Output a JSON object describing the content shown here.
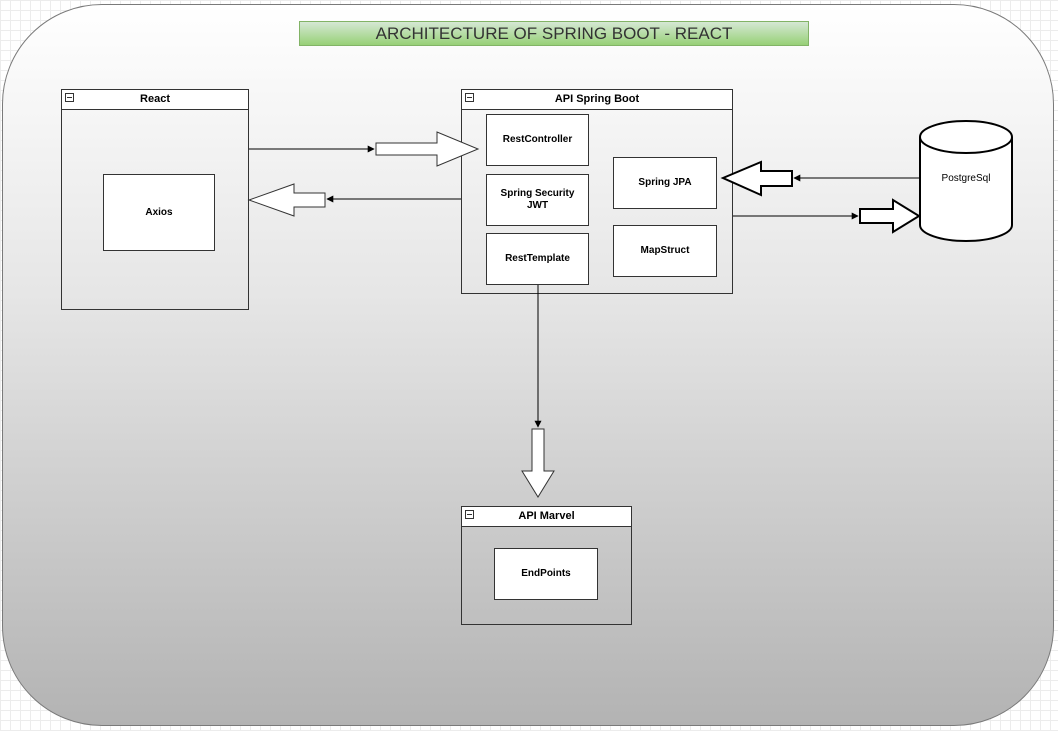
{
  "title": "ARCHITECTURE OF SPRING BOOT - REACT",
  "colors": {
    "title_fill_top": "#d5e8d4",
    "title_fill_bottom": "#97d077",
    "title_border": "#82b366",
    "stroke": "#333333",
    "panel_gradient_top": "#ffffff",
    "panel_gradient_bottom": "#b3b3b3"
  },
  "containers": {
    "react": {
      "label": "React",
      "nodes": {
        "axios": "Axios"
      }
    },
    "spring": {
      "label": "API Spring Boot",
      "nodes": {
        "rest_controller": "RestController",
        "spring_security_line1": "Spring Security",
        "spring_security_line2": "JWT",
        "rest_template": "RestTemplate",
        "spring_jpa": "Spring JPA",
        "mapstruct": "MapStruct"
      }
    },
    "marvel": {
      "label": "API Marvel",
      "nodes": {
        "endpoints": "EndPoints"
      }
    }
  },
  "database": {
    "label": "PostgreSql",
    "shape": "cylinder"
  },
  "connectors": {
    "react_to_spring": "arrow",
    "spring_to_react": "arrow",
    "database_to_spring": "arrow",
    "spring_to_database": "arrow",
    "spring_to_marvel": "arrow"
  }
}
